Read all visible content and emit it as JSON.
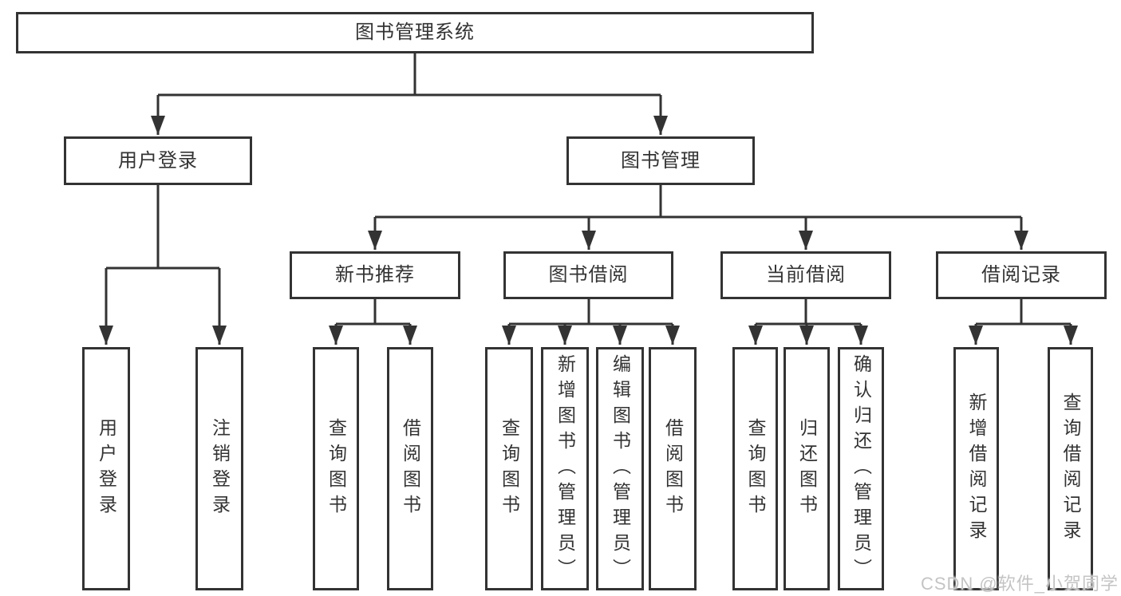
{
  "diagram": {
    "title": "图书管理系统",
    "root": {
      "label": "图书管理系统"
    },
    "branches": [
      {
        "label": "用户登录",
        "children_labels": [
          "用户登录",
          "注销登录"
        ]
      },
      {
        "label": "图书管理",
        "children": [
          {
            "label": "新书推荐",
            "leaves": [
              "查询图书",
              "借阅图书"
            ]
          },
          {
            "label": "图书借阅",
            "leaves": [
              "查询图书",
              "新增图书（管理员）",
              "编辑图书（管理员）",
              "借阅图书"
            ]
          },
          {
            "label": "当前借阅",
            "leaves": [
              "查询图书",
              "归还图书",
              "确认归还（管理员）"
            ]
          },
          {
            "label": "借阅记录",
            "leaves": [
              "新增借阅记录",
              "查询借阅记录"
            ]
          }
        ]
      }
    ],
    "colors": {
      "line": "#333333",
      "text": "#333333",
      "background": "#ffffff",
      "watermark": "#c4c4c4"
    },
    "watermark": "CSDN @软件_小贺同学"
  }
}
